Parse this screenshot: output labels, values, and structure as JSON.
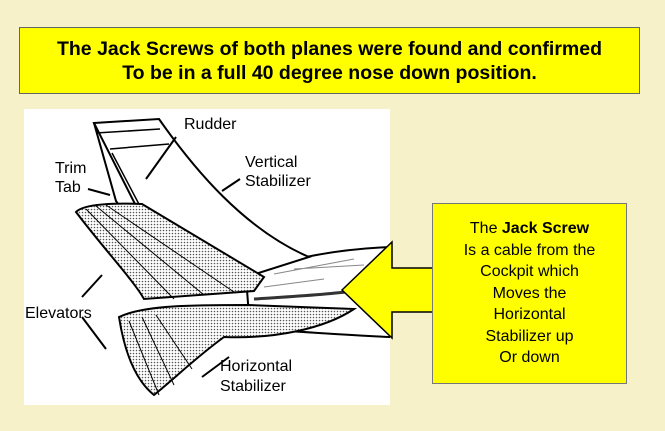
{
  "title": {
    "line1": "The Jack Screws of both planes were found and confirmed",
    "line2": "To be in a full 40 degree nose down position."
  },
  "labels": {
    "rudder": "Rudder",
    "trim_line1": "Trim",
    "trim_line2": "Tab",
    "vertical_line1": "Vertical",
    "vertical_line2": "Stabilizer",
    "elevators": "Elevators",
    "horizontal_line1": "Horizontal",
    "horizontal_line2": "Stabilizer"
  },
  "info": {
    "prefix": "The ",
    "bold": "Jack Screw",
    "lines": [
      "Is a cable from the",
      "Cockpit which",
      "Moves the",
      "Horizontal",
      "Stabilizer up",
      "Or down"
    ]
  },
  "colors": {
    "background": "#f6f1c9",
    "highlight": "#ffff00"
  }
}
